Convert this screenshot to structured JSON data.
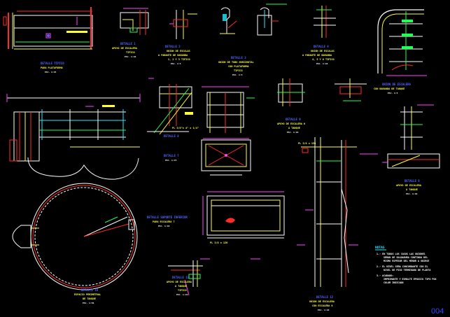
{
  "sheet": {
    "number": "004"
  },
  "colors": {
    "background": "#000000",
    "white": "#ffffff",
    "red": "#ff2a2a",
    "yellow": "#ffff3a",
    "green": "#22ff55",
    "cyan": "#28e8ff",
    "blue": "#5566ff",
    "magenta": "#ff44ff",
    "sheet_number": "#3344ff"
  },
  "details": {
    "d1": {
      "title": "DETALLE TIPICO",
      "sub1": "PARA PLATAFORMA",
      "scale": "ESC. 1:25"
    },
    "d2": {
      "title": "DETALLE 1",
      "sub1": "APOYO DE ESCALERA",
      "sub2": "TIPICO",
      "scale": "ESC. 1:10"
    },
    "d3": {
      "title": "DETALLE 2",
      "sub1": "UNION DE ESCALAS",
      "sub2": "A PARANTE DE BARANDA",
      "sub3": "1, 2 Y 3 TIPICO",
      "scale": "ESC. 1:5"
    },
    "d4": {
      "title": "DETALLE 3",
      "sub1": "UNION DE TUBO HORIZONTAL",
      "sub2": "CON PLATAFORMA",
      "sub3": "TIPICO",
      "scale": "ESC. 1:5"
    },
    "d5": {
      "title": "DETALLE 4",
      "sub1": "UNION DE ESCALAS",
      "sub2": "A PARANTE DE BARANDA",
      "sub3": "4, 5 Y 6 TIPICO",
      "scale": "ESC. 1:10"
    },
    "d6": {
      "title": "UNION DE ESCALERA",
      "sub1": "CON BARANDA DE TANQUE",
      "scale": "ESC. 1:5"
    },
    "d7": {
      "title": "DETALLE 7",
      "scale": "ESC. 1:25"
    },
    "d8": {
      "title": "DETALLE 8",
      "sub1": "APOYO DE ESCALERA",
      "sub2": "A TANQUE",
      "scale": "ESC. 1:10"
    },
    "d9": {
      "title": "DETALLE 9",
      "sub1": "APOYO DE ESCALERA 6",
      "sub2": "A TANQUE",
      "scale": "ESC. 1:10"
    },
    "d10": {
      "title": "DETALLE SOPORTE INFERIOR",
      "sub1": "PARA ESCALERA 7",
      "scale": "ESC. 1:10"
    },
    "d11": {
      "title": "DETALLE 10",
      "sub1": "ESPACIO PERIMETRAL",
      "sub2": "DE TANQUE",
      "scale": "ESC. 1:50"
    },
    "d12": {
      "title": "DETALLE 11",
      "sub1": "APOYO DE ESCALERA",
      "sub2": "A TANQUE",
      "sub3": "TIPICO",
      "scale": "ESC. 1:10"
    },
    "d13": {
      "title": "DETALLE 12",
      "sub1": "UNION DE ESCALERA",
      "sub2": "CON ESCALERA 8",
      "scale": "ESC. 1:10"
    }
  },
  "tags": {
    "pl1": "PL 3/8\"x 4\" x 1/4\"",
    "pl2": "PL 3/8 x 150",
    "pl3": "PL 3/8 x 120"
  },
  "notes": {
    "heading": "NOTAS",
    "n1a": "1.- EN TODOS LOS CASOS LAS UNIONES",
    "n1b": "SERAN DE SOLDADURA CONTINUA DEL",
    "n1c": "MISMO ESPESOR DEL MENOR A UNIRSE",
    "n2a": "2.- EL NIVEL SERA CONCORDANTE CON EL",
    "n2b": "NIVEL DE PISO TERMINADO DE PLANTA",
    "n3a": "3.- ACABADO:",
    "n3b": "IMPRIMANTE Y ESMALTE EPOXICO TIPO POX",
    "n3c": "COLOR INDICADO"
  }
}
